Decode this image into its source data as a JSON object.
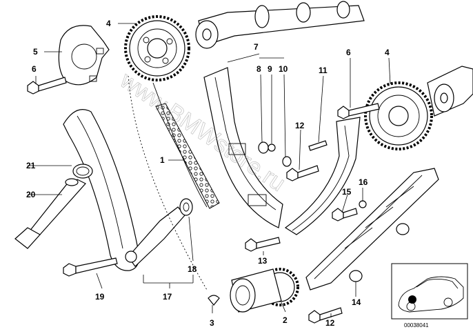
{
  "callouts": {
    "c1": "1",
    "c2": "2",
    "c3": "3",
    "c4a": "4",
    "c4b": "4",
    "c5": "5",
    "c6a": "6",
    "c6b": "6",
    "c7": "7",
    "c8": "8",
    "c9": "9",
    "c10": "10",
    "c11": "11",
    "c12a": "12",
    "c12b": "12",
    "c13": "13",
    "c14": "14",
    "c15": "15",
    "c16": "16",
    "c17": "17",
    "c18": "18",
    "c19": "19",
    "c20": "20",
    "c21": "21"
  },
  "watermark": "www.BMWstore.ru",
  "thumbnail": {
    "document_number": "00038041"
  }
}
